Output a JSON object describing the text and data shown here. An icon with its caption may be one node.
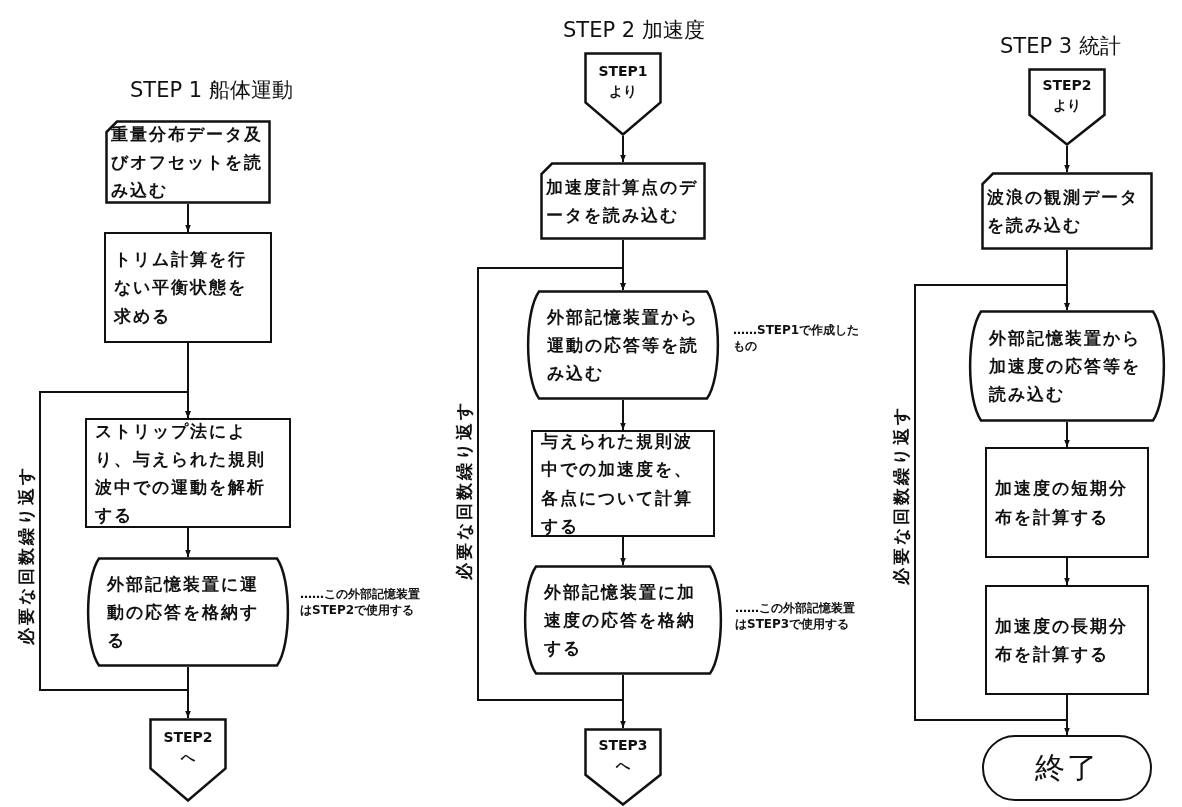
{
  "diagram": {
    "nodes": [
      {
        "text": [
          "重量分布データ及びオフセットを読み込む"
        ]
      },
      {
        "text": [
          "トリム計算を行ない平衡状態を求める"
        ]
      },
      {
        "text": [
          "ストリップ法により、与えられた規則波中での運動を解析する"
        ]
      },
      {
        "text": [
          "外部記憶装置に運動の応答を格納する"
        ],
        "beside": [
          "……この外部記憶装置はSTEP2で使用する"
        ]
      },
      {
        "text": [
          "STEP2へ"
        ]
      },
      {
        "text": [
          "STEP1より"
        ]
      },
      {
        "text": [
          "加速度計算点のデータを読み込む"
        ]
      },
      {
        "text": [
          "外部記憶装置から運動の応答等を読み込む"
        ],
        "beside": [
          "……STEP1で作成したもの"
        ]
      },
      {
        "text": [
          "与えられた規則波中での加速度を、各点について計算する"
        ]
      },
      {
        "text": [
          "外部記憶装置に加速度の応答を格納する"
        ],
        "beside": [
          "……この外部記憶装置はSTEP3で使用する"
        ]
      },
      {
        "text": [
          "STEP3へ"
        ]
      },
      {
        "text": [
          "STEP2より"
        ]
      },
      {
        "text": [
          "波浪の観測データを読み込む"
        ]
      },
      {
        "text": [
          "外部記憶装置から加速度の応答等を読み込む"
        ]
      },
      {
        "text": [
          "加速度の短期分布を計算する"
        ]
      },
      {
        "text": [
          "加速度の長期分布を計算する"
        ]
      },
      {
        "text": [
          "終了"
        ]
      }
    ],
    "edges": [
      {
        "from": 0,
        "to": 1,
        "arrow": "to"
      },
      {
        "from": 1,
        "to": 2,
        "arrow": "to"
      },
      {
        "from": 2,
        "to": 3,
        "arrow": "to"
      },
      {
        "from": 3,
        "to": 2,
        "arrow": "to",
        "label": "必要な回数繰り返す"
      },
      {
        "from": 3,
        "to": 4,
        "arrow": "to"
      },
      {
        "from": 5,
        "to": 6,
        "arrow": "to"
      },
      {
        "from": 6,
        "to": 7,
        "arrow": "to"
      },
      {
        "from": 7,
        "to": 8,
        "arrow": "to"
      },
      {
        "from": 8,
        "to": 9,
        "arrow": "to"
      },
      {
        "from": 9,
        "to": 7,
        "arrow": "to",
        "label": "必要な回数繰り返す"
      },
      {
        "from": 9,
        "to": 10,
        "arrow": "to"
      },
      {
        "from": 11,
        "to": 12,
        "arrow": "to"
      },
      {
        "from": 12,
        "to": 13,
        "arrow": "to"
      },
      {
        "from": 13,
        "to": 14,
        "arrow": "to"
      },
      {
        "from": 14,
        "to": 15,
        "arrow": "to"
      },
      {
        "from": 15,
        "to": 13,
        "arrow": "to",
        "label": "必要な回数繰り返す"
      },
      {
        "from": 15,
        "to": 16,
        "arrow": "to"
      }
    ],
    "labels": [
      "STEP 2 加速度",
      "STEP 1 船体運動",
      "STEP 3 統計"
    ]
  }
}
